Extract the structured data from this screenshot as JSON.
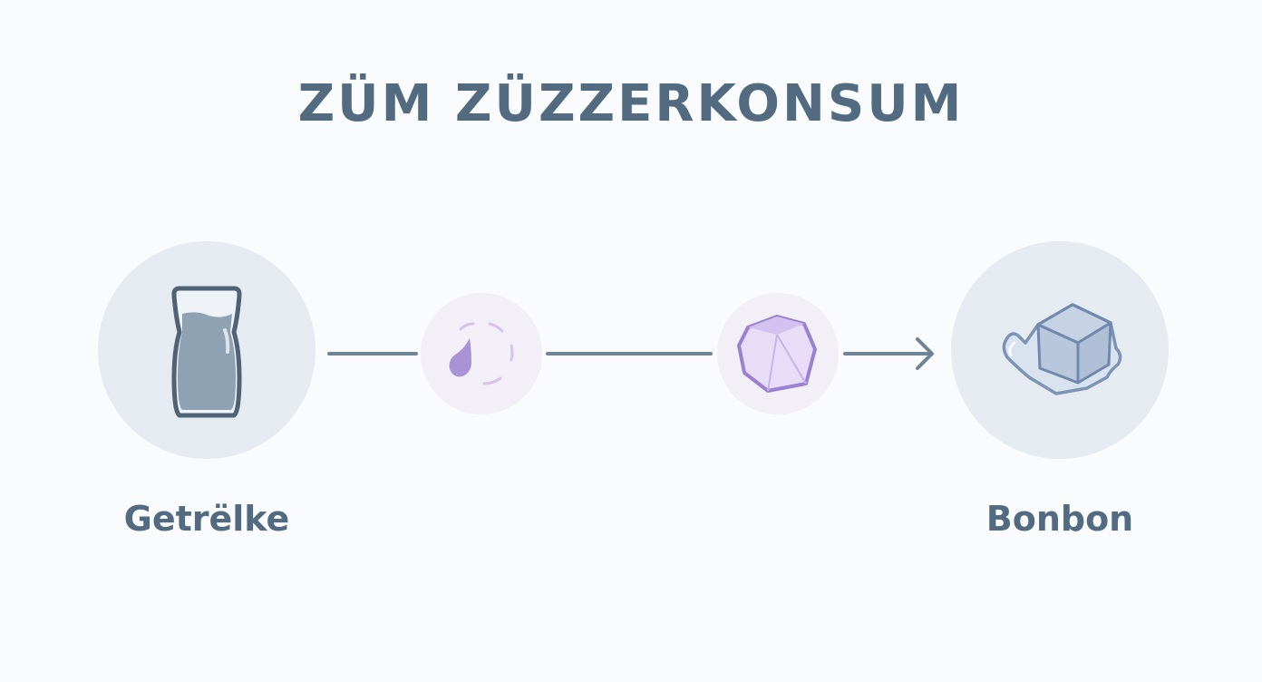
{
  "title": "ZÜM ZÜZZERKONSUM",
  "nodes": {
    "start": {
      "label": "Getrëlke",
      "icon": "glass-icon"
    },
    "step1": {
      "icon": "drop-icon"
    },
    "step2": {
      "icon": "crystal-icon"
    },
    "end": {
      "label": "Bonbon",
      "icon": "candy-icon"
    }
  },
  "colors": {
    "text": "#536b80",
    "connector": "#6f8597",
    "big_circle": "#e6ebf1",
    "small_circle": "#f2eff6",
    "accent_purple": "#9b82d0"
  }
}
